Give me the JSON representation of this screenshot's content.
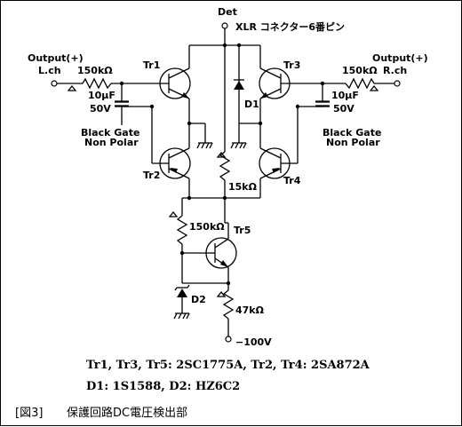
{
  "det_label": "Det",
  "det_note": "XLR コネクター6番ピン",
  "output_left": "Output(+)",
  "output_left_ch": "L.ch",
  "output_right": "Output(+)",
  "output_right_ch": "R.ch",
  "r_input_left": "150kΩ",
  "r_input_right": "150kΩ",
  "cap_left_value": "10μF",
  "cap_left_voltage": "50V",
  "cap_right_value": "10μF",
  "cap_right_voltage": "50V",
  "cap_left_type1": "Black Gate",
  "cap_left_type2": "Non Polar",
  "cap_right_type1": "Black Gate",
  "cap_right_type2": "Non Polar",
  "tr1": "Tr1",
  "tr2": "Tr2",
  "tr3": "Tr3",
  "tr4": "Tr4",
  "tr5": "Tr5",
  "d1": "D1",
  "d2": "D2",
  "r_center": "15kΩ",
  "r_base": "150kΩ",
  "r_bottom": "47kΩ",
  "supply": "−100V",
  "parts_line1": "Tr1, Tr3, Tr5: 2SC1775A, Tr2, Tr4: 2SA872A",
  "parts_line2": "D1: 1S1588, D2: HZ6C2",
  "caption_box": "[図3]",
  "caption_text": "保護回路DC電圧検出部"
}
